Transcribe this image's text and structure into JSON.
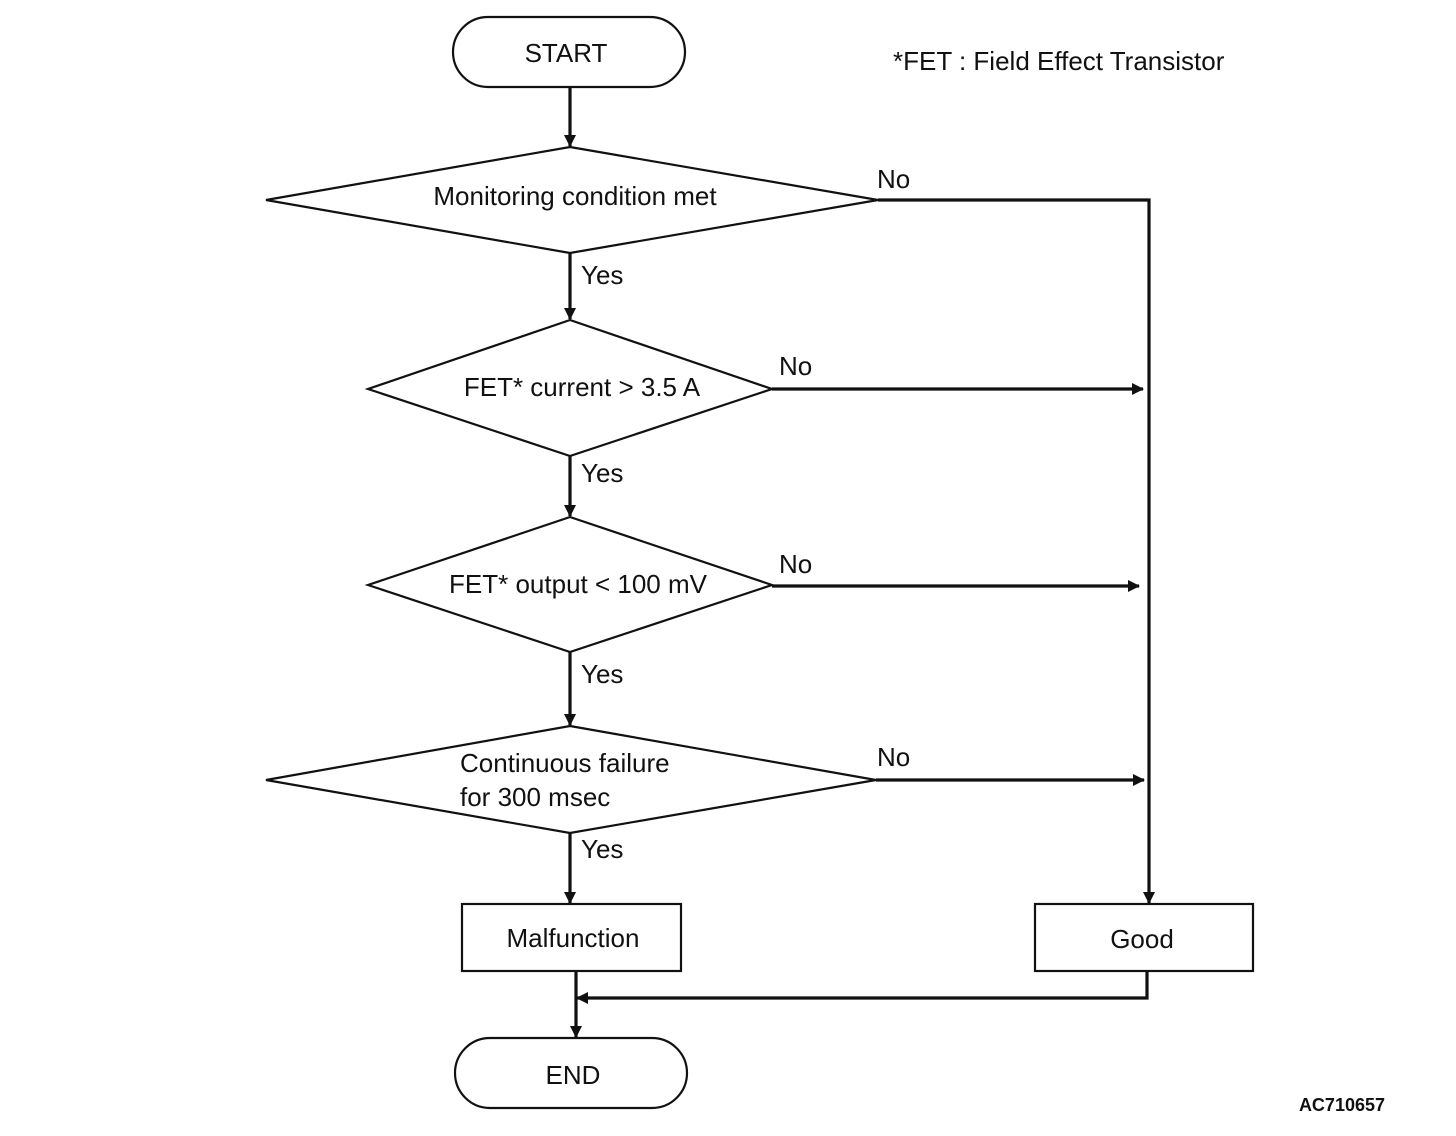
{
  "nodes": {
    "start": "START",
    "decision_monitoring": "Monitoring condition met",
    "decision_current": "FET* current > 3.5 A",
    "decision_output": "FET* output < 100 mV",
    "decision_continuous_line1": "Continuous failure",
    "decision_continuous_line2": "for 300 msec",
    "malfunction": "Malfunction",
    "good": "Good",
    "end": "END"
  },
  "edges": {
    "yes": "Yes",
    "no": "No"
  },
  "footnote": "*FET : Field Effect Transistor",
  "figure_code": "AC710657"
}
